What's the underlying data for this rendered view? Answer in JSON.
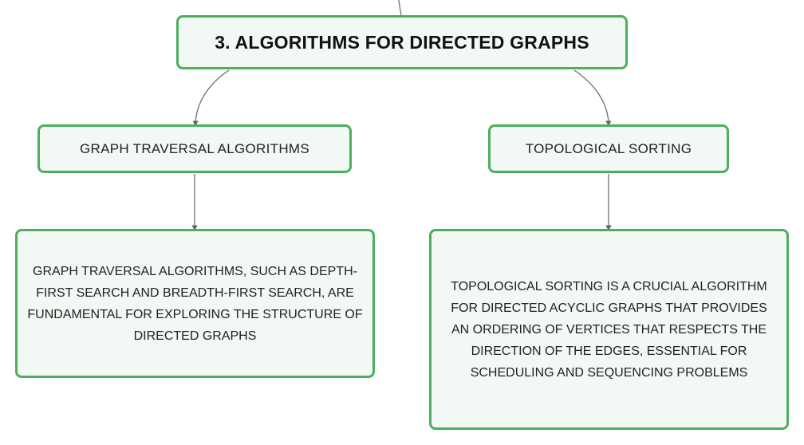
{
  "diagram": {
    "root": {
      "label": "3. ALGORITHMS FOR DIRECTED GRAPHS"
    },
    "branches": [
      {
        "label": "GRAPH TRAVERSAL ALGORITHMS",
        "description": "GRAPH TRAVERSAL ALGORITHMS, SUCH AS DEPTH-FIRST SEARCH AND BREADTH-FIRST SEARCH, ARE FUNDAMENTAL FOR EXPLORING THE STRUCTURE OF DIRECTED GRAPHS"
      },
      {
        "label": "TOPOLOGICAL SORTING",
        "description": "TOPOLOGICAL SORTING IS A CRUCIAL ALGORITHM FOR DIRECTED ACYCLIC GRAPHS THAT PROVIDES AN ORDERING OF VERTICES THAT RESPECTS THE DIRECTION OF THE EDGES, ESSENTIAL FOR SCHEDULING AND SEQUENCING PROBLEMS"
      }
    ]
  },
  "colors": {
    "node_border": "#4caf5e",
    "node_fill": "#f2f8f3",
    "connector": "#555555"
  }
}
